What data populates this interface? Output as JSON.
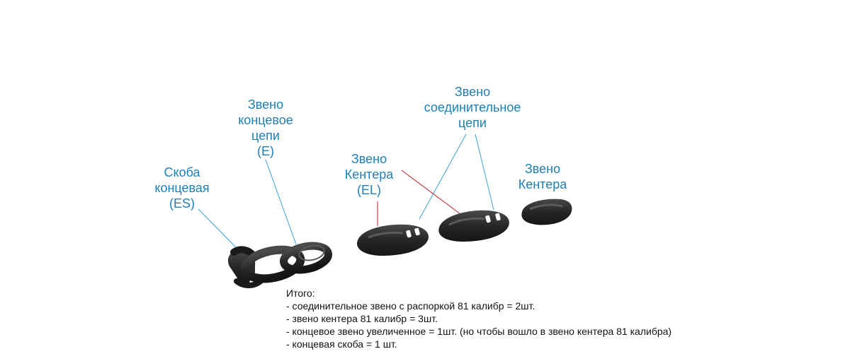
{
  "labels": {
    "end_shackle": [
      "Скоба",
      "концевая",
      "(ES)"
    ],
    "end_link": [
      "Звено",
      "концевое",
      "цепи",
      "(E)"
    ],
    "kenter_link_el": [
      "Звено",
      "Кентера",
      "(EL)"
    ],
    "joining_link": [
      "Звено",
      "соединительное",
      "цепи"
    ],
    "kenter_link": [
      "Звено",
      "Кентера"
    ]
  },
  "summary": {
    "title": "Итого:",
    "items": [
      "- соединительное звено с распоркой 81 калибр = 2шт.",
      "- звено кентера 81 калибр = 3шт.",
      "- концевое звено увеличенное = 1шт. (но чтобы вошло в звено кентера 81 калибра)",
      "- концевая скоба = 1 шт."
    ]
  },
  "colors": {
    "label_text": "#1f7fb5",
    "blue_leader": "#3a9fd6",
    "red_leader": "#c0202a",
    "chain_metal": "#2b2b2b",
    "body_text": "#111111"
  }
}
